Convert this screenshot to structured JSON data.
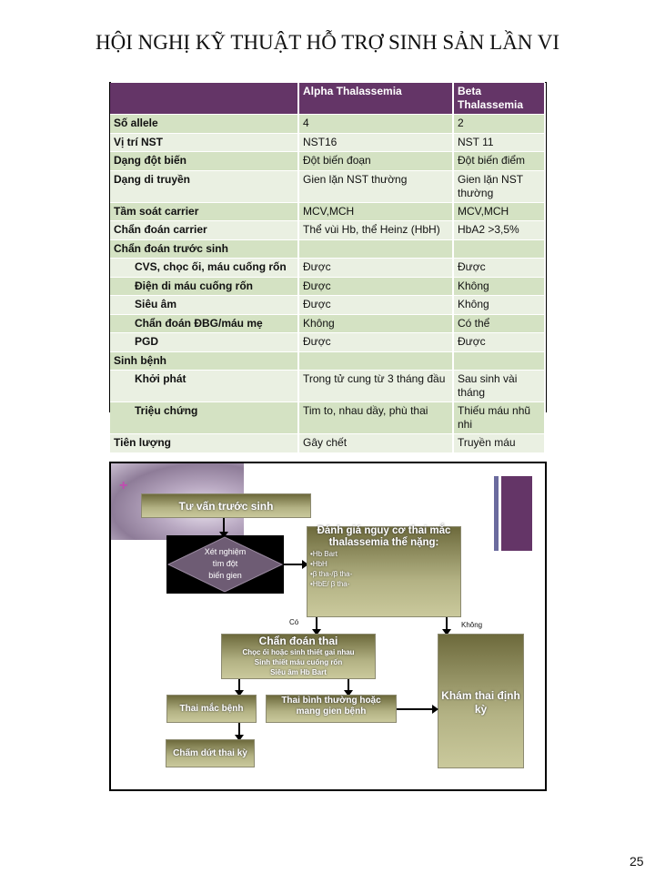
{
  "title": "HỘI NGHỊ KỸ THUẬT HỖ TRỢ SINH SẢN LẦN VI",
  "table": {
    "headers": [
      "",
      "Alpha Thalassemia",
      "Beta Thalassemia"
    ],
    "rows": [
      {
        "label": "Số allele",
        "alpha": "4",
        "beta": "2",
        "indent": false
      },
      {
        "label": "Vị trí NST",
        "alpha": "NST16",
        "beta": "NST 11",
        "indent": false
      },
      {
        "label": "Dạng đột biến",
        "alpha": "Đột biến đoạn",
        "beta": "Đột biến điểm",
        "indent": false
      },
      {
        "label": "Dạng di truyền",
        "alpha": "Gien lặn NST thường",
        "beta": "Gien lặn NST thường",
        "indent": false
      },
      {
        "label": "Tầm soát carrier",
        "alpha": "MCV,MCH",
        "beta": "MCV,MCH",
        "indent": false
      },
      {
        "label": "Chẩn đoán carrier",
        "alpha": "Thể vùi Hb, thể Heinz (HbH)",
        "beta": "HbA2 >3,5%",
        "indent": false
      },
      {
        "label": "Chẩn đoán trước sinh",
        "alpha": "",
        "beta": "",
        "indent": false
      },
      {
        "label": "CVS, chọc ối, máu cuống rốn",
        "alpha": "Được",
        "beta": "Được",
        "indent": true
      },
      {
        "label": "Điện di máu cuống rốn",
        "alpha": "Được",
        "beta": "Không",
        "indent": true
      },
      {
        "label": "Siêu âm",
        "alpha": "Được",
        "beta": "Không",
        "indent": true
      },
      {
        "label": "Chẩn đoán ĐBG/máu mẹ",
        "alpha": "Không",
        "beta": "Có thể",
        "indent": true
      },
      {
        "label": "PGD",
        "alpha": "Được",
        "beta": "Được",
        "indent": true
      },
      {
        "label": "Sinh bệnh",
        "alpha": "",
        "beta": "",
        "indent": false
      },
      {
        "label": "Khởi phát",
        "alpha": "Trong tử cung từ 3 tháng đầu",
        "beta": "Sau sinh vài tháng",
        "indent": true
      },
      {
        "label": "Triệu chứng",
        "alpha": "Tim to, nhau dầy, phù thai",
        "beta": "Thiếu máu nhũ nhi",
        "indent": true
      },
      {
        "label": "Tiên lượng",
        "alpha": "Gây chết",
        "beta": "Truyền máu",
        "indent": false
      }
    ]
  },
  "flow": {
    "plus": "+",
    "counsel": "Tư vấn trước sinh",
    "test": [
      "Xét nghiệm",
      "tìm  đột",
      "biến gien"
    ],
    "risk_title": "Đánh giá nguy cơ thai mắc thalassemia thể nặng:",
    "risk_items": [
      "•Hb Bart",
      "•HbH",
      "•β tha-/β tha-",
      "•HbE/ β tha-"
    ],
    "yes": "Có",
    "no": "Không",
    "diag_title": "Chẩn đoán thai",
    "diag_lines": [
      "Chọc ối hoặc sinh thiết gai nhau",
      "Sinh thiết máu cuống rốn",
      "Siêu âm Hb Bart"
    ],
    "affected": "Thai mắc bệnh",
    "normal": "Thai bình thường hoặc mang gien bệnh",
    "terminate": "Chấm dứt thai kỳ",
    "checkup": "Khám thai định kỳ"
  },
  "page_number": "25"
}
